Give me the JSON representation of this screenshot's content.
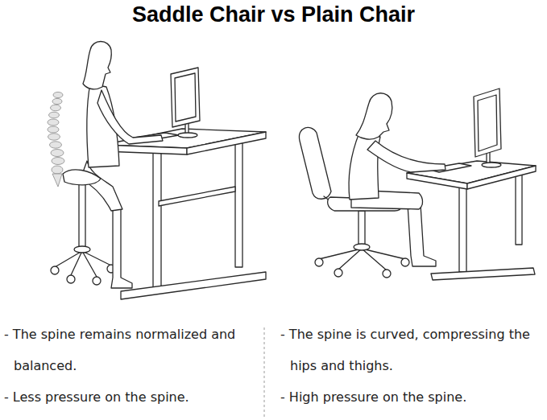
{
  "diagram": {
    "title": "Saddle Chair vs Plain Chair",
    "labels": [
      "- The spine remains normalized and balanced.",
      "- Less pressure on the spine.",
      "- The spine is curved, compressing the hips and thighs.",
      "- High pressure on the spine."
    ]
  }
}
